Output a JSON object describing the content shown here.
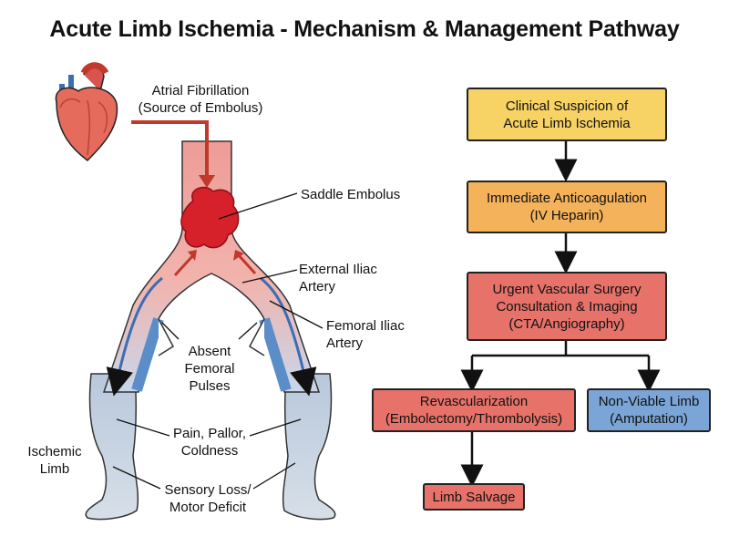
{
  "title": "Acute Limb Ischemia - Mechanism & Management Pathway",
  "anatomy": {
    "source_line1": "Atrial Fibrillation",
    "source_line2": "(Source of Embolus)",
    "saddle": "Saddle Embolus",
    "external_iliac_1": "External Iliac",
    "external_iliac_2": "Artery",
    "femoral_iliac_1": "Femoral Iliac",
    "femoral_iliac_2": "Artery",
    "absent_1": "Absent",
    "absent_2": "Femoral",
    "absent_3": "Pulses",
    "pain_1": "Pain, Pallor,",
    "pain_2": "Coldness",
    "ischemic_1": "Ischemic",
    "ischemic_2": "Limb",
    "sensory_1": "Sensory Loss/",
    "sensory_2": "Motor Deficit"
  },
  "flow": {
    "suspicion_1": "Clinical Suspicion of",
    "suspicion_2": "Acute Limb Ischemia",
    "anticoag_1": "Immediate Anticoagulation",
    "anticoag_2": "(IV Heparin)",
    "surgery_1": "Urgent Vascular Surgery",
    "surgery_2": "Consultation & Imaging",
    "surgery_3": "(CTA/Angiography)",
    "revasc_1": "Revascularization",
    "revasc_2": "(Embolectomy/Thrombolysis)",
    "nonviable_1": "Non-Viable Limb",
    "nonviable_2": "(Amputation)",
    "salvage": "Limb Salvage"
  },
  "colors": {
    "suspicion": "#f7d264",
    "anticoag": "#f4b25a",
    "surgery": "#e7726a",
    "revasc": "#e7726a",
    "nonviable": "#7aa5d6",
    "salvage": "#e7726a",
    "artery_red": "#e98a86",
    "artery_blue": "#5b8ec8",
    "limb": "#c9d3df"
  }
}
